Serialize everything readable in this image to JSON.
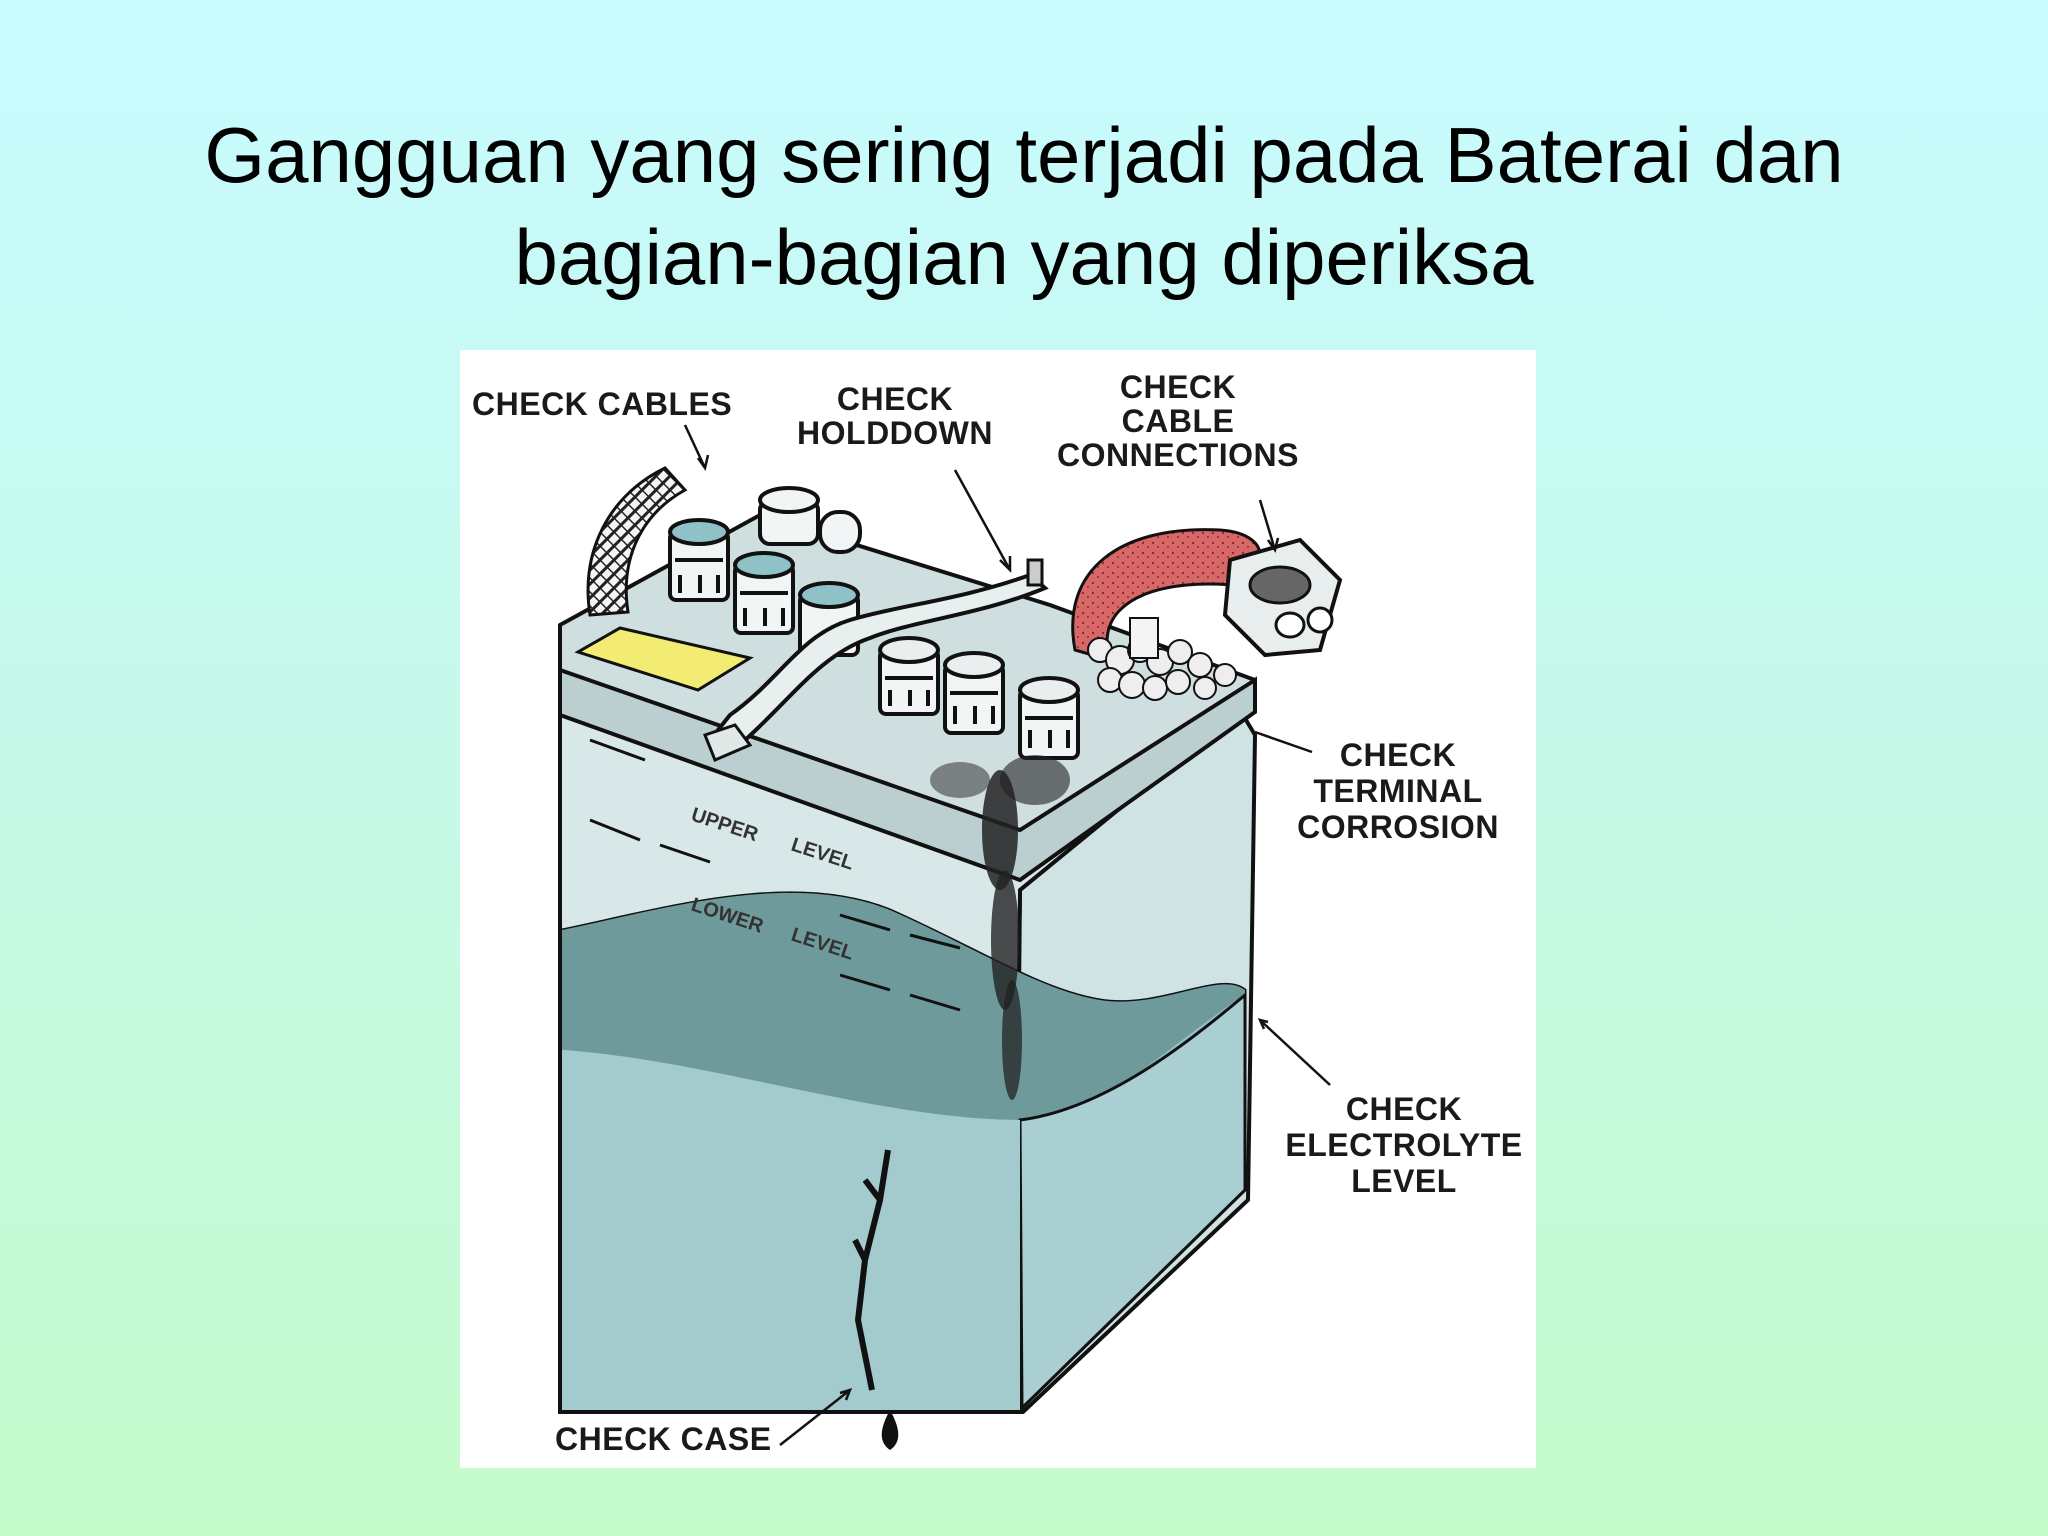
{
  "title": {
    "line1": "Gangguan yang sering terjadi pada Baterai dan",
    "line2": "bagian-bagian yang diperiksa"
  },
  "diagram": {
    "labels": {
      "check_cables": "CHECK CABLES",
      "check_holddown": [
        "CHECK",
        "HOLDDOWN"
      ],
      "check_cable_connections": [
        "CHECK",
        "CABLE",
        "CONNECTIONS"
      ],
      "check_terminal_corrosion": [
        "CHECK",
        "TERMINAL",
        "CORROSION"
      ],
      "check_electrolyte_level": [
        "CHECK",
        "ELECTROLYTE",
        "LEVEL"
      ],
      "check_case": "CHECK CASE"
    },
    "level_marks": {
      "upper": "UPPER",
      "upper_level": "LEVEL",
      "lower": "LOWER",
      "lower_level": "LEVEL"
    }
  },
  "colors": {
    "liquid": "#8fc2c6",
    "liquid_dark": "#78a9ad",
    "case_top": "#cfdfe0",
    "cable_red": "#d86868",
    "label_yellow": "#f2ec72",
    "outline": "#111111"
  }
}
